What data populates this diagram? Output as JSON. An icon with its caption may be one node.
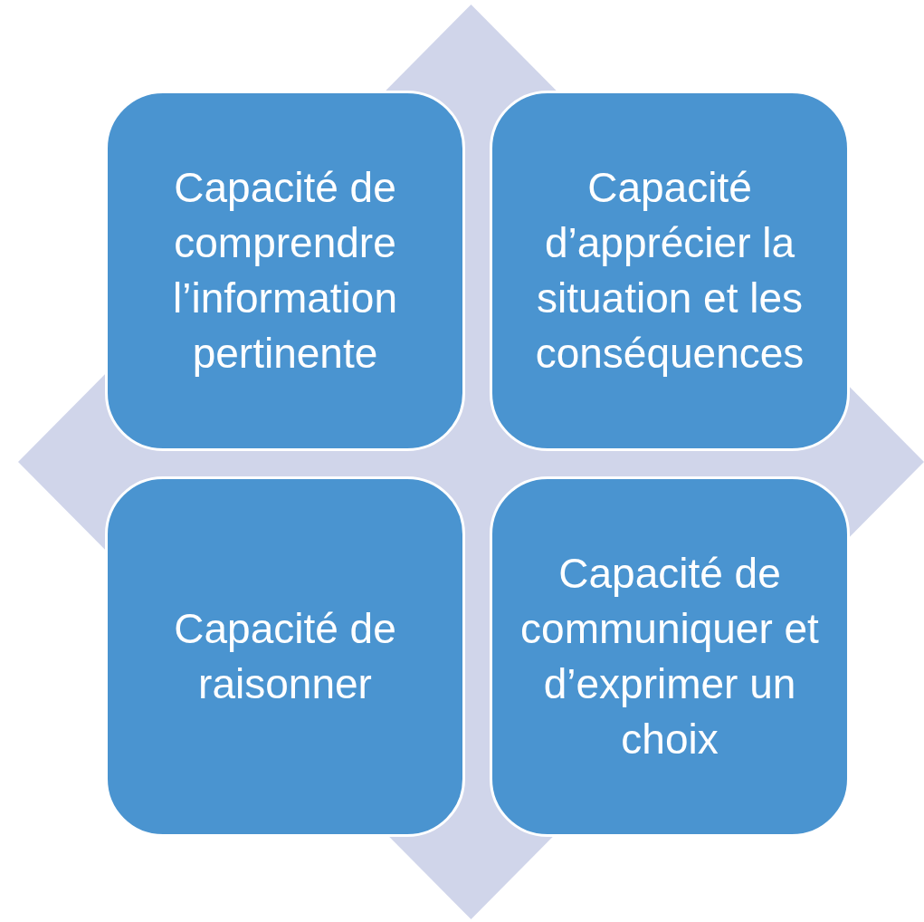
{
  "diagram": {
    "nodes": [
      {
        "text": [],
        "shape": "diamond"
      },
      {
        "text": [
          "Capacité de comprendre l’information pertinente"
        ],
        "in": 0
      },
      {
        "text": [
          "Capacité d’apprécier la situation et les conséquences"
        ],
        "in": 0
      },
      {
        "text": [
          "Capacité de raisonner"
        ],
        "in": 0
      },
      {
        "text": [
          "Capacité de communiquer et d’exprimer un choix"
        ],
        "in": 0
      }
    ],
    "edges": []
  }
}
